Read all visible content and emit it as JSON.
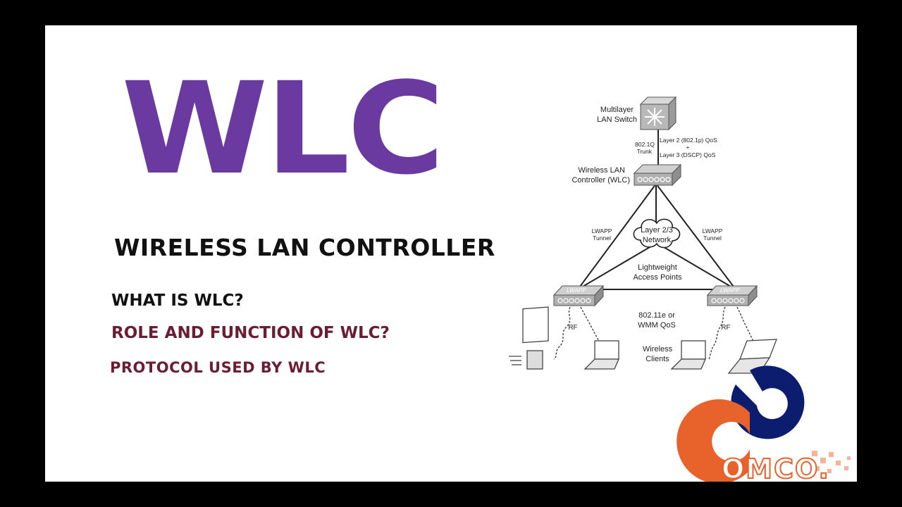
{
  "title": "WLC",
  "subtitle": "WIRELESS LAN CONTROLLER",
  "topics": [
    "WHAT IS WLC?",
    "ROLE AND FUNCTION OF WLC?",
    "PROTOCOL USED BY WLC"
  ],
  "diagram": {
    "switch_label_1": "Multilayer",
    "switch_label_2": "LAN Switch",
    "trunk_1": "802.1Q",
    "trunk_2": "Trunk",
    "qos_1": "Layer 2 (802.1p) QoS",
    "qos_plus": "+",
    "qos_2": "Layer 3 (DSCP) QoS",
    "wlc_1": "Wireless LAN",
    "wlc_2": "Controller (WLC)",
    "tunnel_left_1": "LWAPP",
    "tunnel_left_2": "Tunnel",
    "tunnel_right_1": "LWAPP",
    "tunnel_right_2": "Tunnel",
    "network_1": "Layer 2/3",
    "network_2": "Network",
    "ap_label_1": "Lightweight",
    "ap_label_2": "Access Points",
    "ap_badge": "LWAPP",
    "rf_left": "RF",
    "rf_right": "RF",
    "wmm_1": "802.11e or",
    "wmm_2": "WMM QoS",
    "clients_1": "Wireless",
    "clients_2": "Clients"
  },
  "logo": {
    "text": "OMCO.",
    "colors": {
      "orange": "#e8622c",
      "navy": "#0c1c6e"
    }
  },
  "colors": {
    "title": "#6a3aa1",
    "maroon": "#6b1e33",
    "background": "#ffffff",
    "frame": "#000000"
  }
}
